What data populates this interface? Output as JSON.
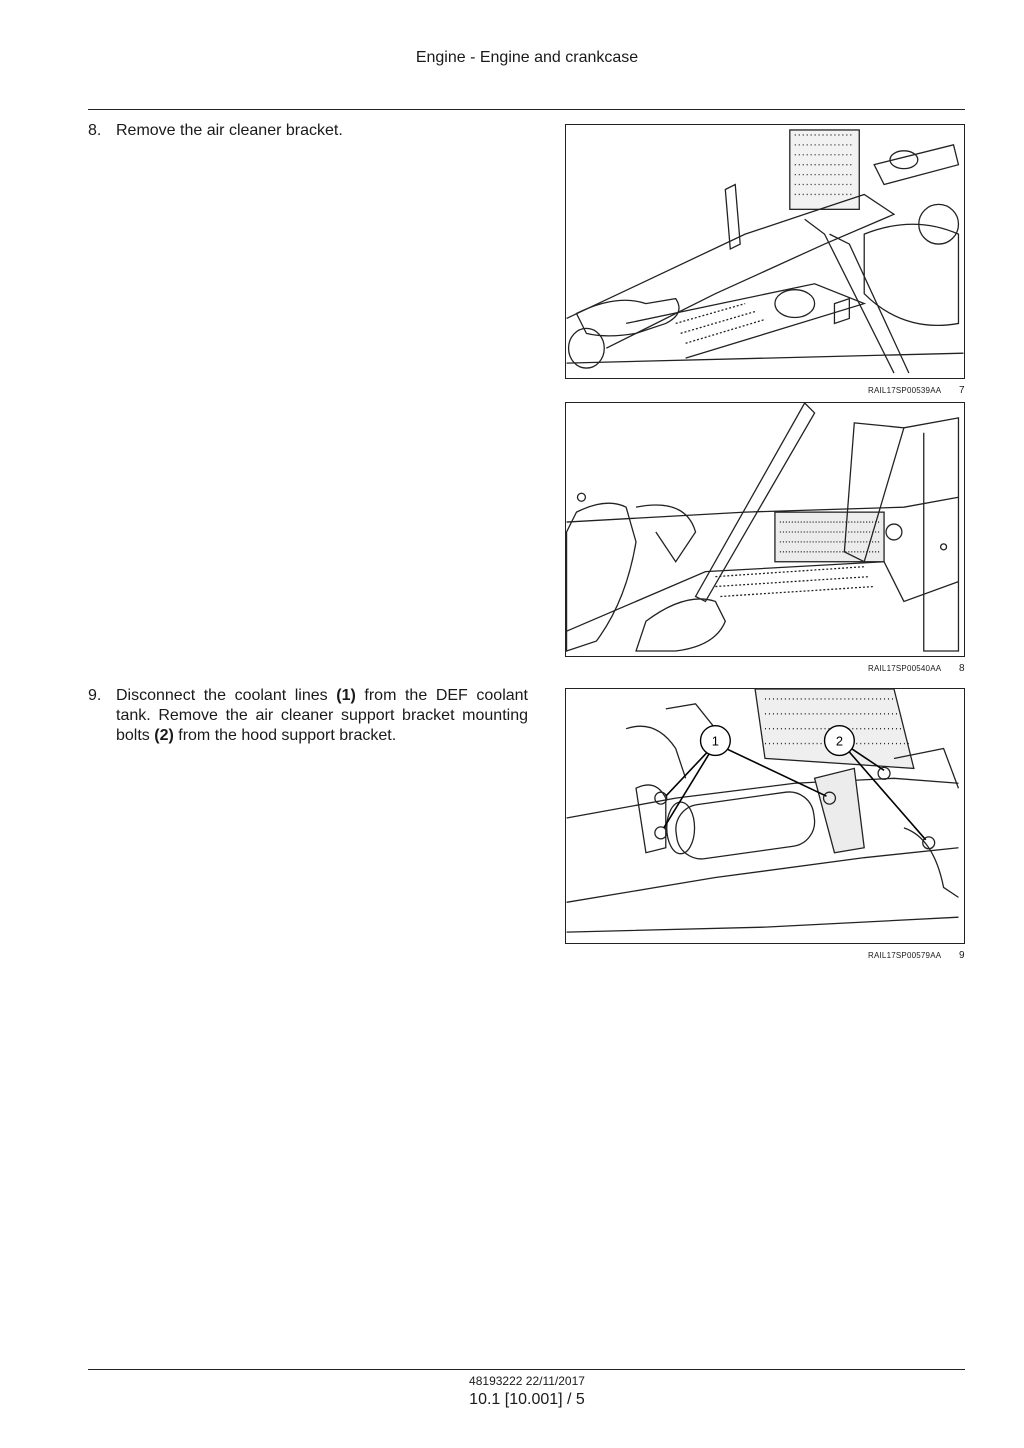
{
  "header": {
    "title": "Engine - Engine and crankcase"
  },
  "steps": [
    {
      "number": "8.",
      "text": "Remove the air cleaner bracket."
    },
    {
      "number": "9.",
      "text_parts": [
        "Disconnect the coolant lines ",
        "(1)",
        " from the DEF coolant tank. Remove the air cleaner support bracket mounting bolts ",
        "(2)",
        " from the hood support bracket."
      ]
    }
  ],
  "figures": [
    {
      "code": "RAIL17SP00539AA",
      "number": "7"
    },
    {
      "code": "RAIL17SP00540AA",
      "number": "8"
    },
    {
      "code": "RAIL17SP00579AA",
      "number": "9",
      "callouts": [
        "1",
        "2"
      ]
    }
  ],
  "footer": {
    "doc_id": "48193222 22/11/2017",
    "page": "10.1 [10.001] / 5"
  }
}
